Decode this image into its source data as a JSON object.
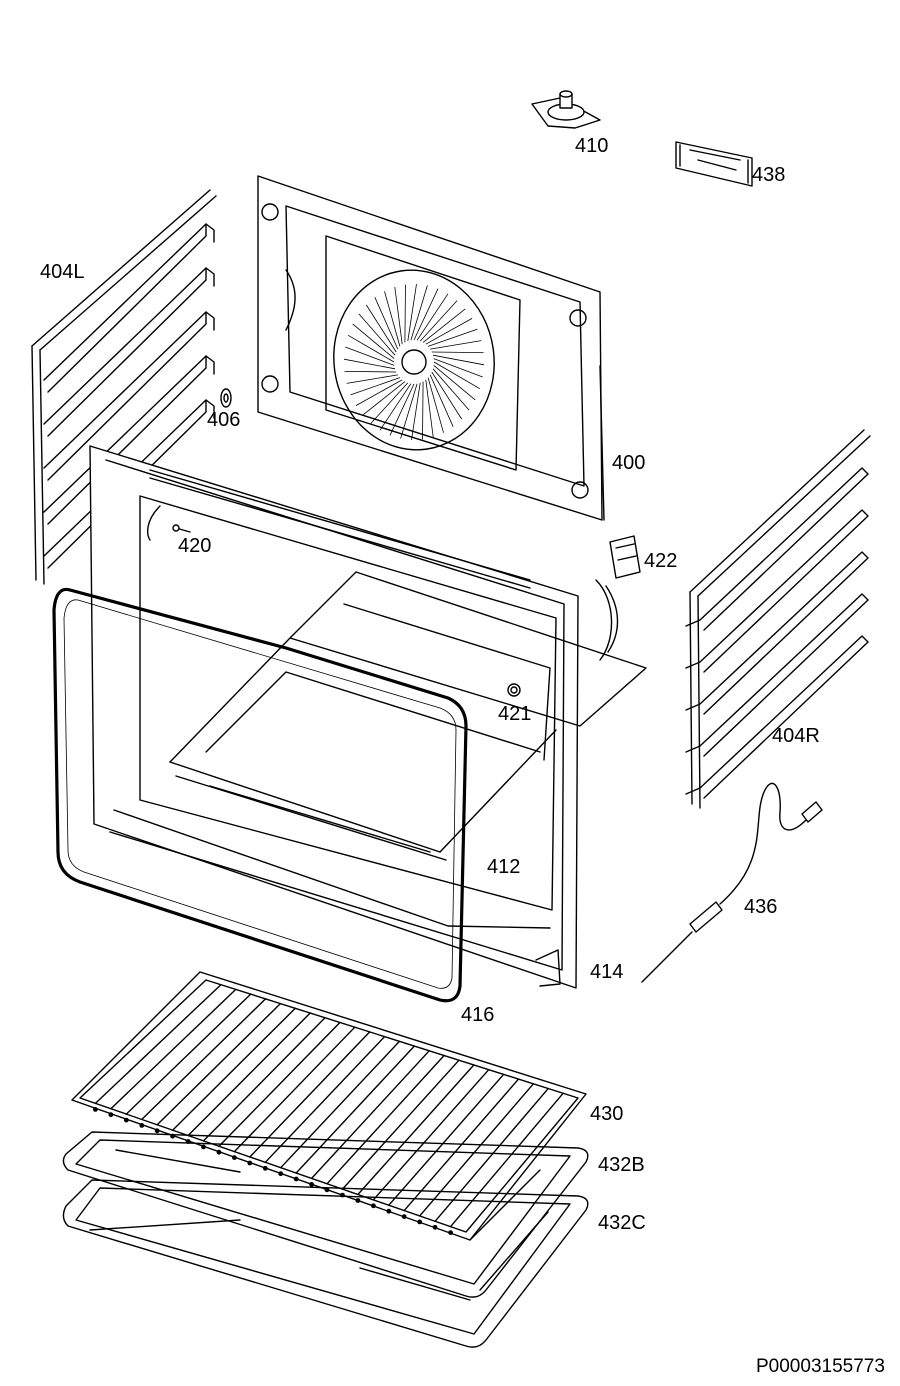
{
  "diagram": {
    "document_id": "P00003155773",
    "parts": [
      {
        "id": "p410",
        "label": "410"
      },
      {
        "id": "p438",
        "label": "438"
      },
      {
        "id": "p404L",
        "label": "404L"
      },
      {
        "id": "p406",
        "label": "406"
      },
      {
        "id": "p400",
        "label": "400"
      },
      {
        "id": "p420",
        "label": "420"
      },
      {
        "id": "p422",
        "label": "422"
      },
      {
        "id": "p421",
        "label": "421"
      },
      {
        "id": "p404R",
        "label": "404R"
      },
      {
        "id": "p412",
        "label": "412"
      },
      {
        "id": "p436",
        "label": "436"
      },
      {
        "id": "p414",
        "label": "414"
      },
      {
        "id": "p416",
        "label": "416"
      },
      {
        "id": "p430",
        "label": "430"
      },
      {
        "id": "p432B",
        "label": "432B"
      },
      {
        "id": "p432C",
        "label": "432C"
      }
    ]
  }
}
